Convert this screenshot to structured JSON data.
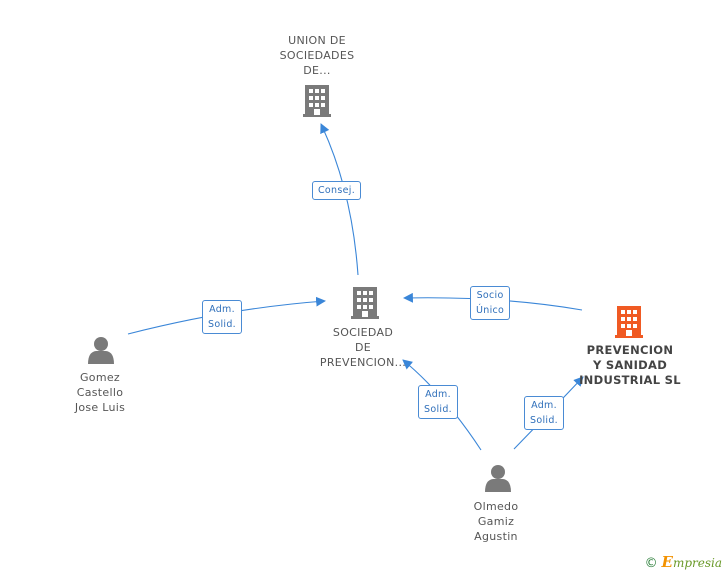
{
  "colors": {
    "edge": "#3a86d8",
    "company_icon": "#7a7a7a",
    "main_company_icon": "#f05a23",
    "person_icon": "#7a7a7a",
    "label_border": "#4a8bd4",
    "label_text": "#2f6fba"
  },
  "nodes": {
    "union": {
      "lines": [
        "UNION DE",
        "SOCIEDADES",
        "DE..."
      ],
      "icon": "building-icon"
    },
    "sociedad": {
      "lines": [
        "SOCIEDAD",
        "DE",
        "PREVENCION..."
      ],
      "icon": "building-icon"
    },
    "prevencion": {
      "lines": [
        "PREVENCION",
        "Y SANIDAD",
        "INDUSTRIAL SL"
      ],
      "icon": "building-icon"
    },
    "gomez": {
      "lines": [
        "Gomez",
        "Castello",
        "Jose Luis"
      ],
      "icon": "person-icon"
    },
    "olmedo": {
      "lines": [
        "Olmedo",
        "Gamiz",
        "Agustin"
      ],
      "icon": "person-icon"
    }
  },
  "edges": {
    "consej": {
      "lines": [
        "Consej."
      ]
    },
    "socio": {
      "lines": [
        "Socio",
        "Único"
      ]
    },
    "adm_gomez": {
      "lines": [
        "Adm.",
        "Solid."
      ]
    },
    "adm_olmedo_sociedad": {
      "lines": [
        "Adm.",
        "Solid."
      ]
    },
    "adm_olmedo_prevencion": {
      "lines": [
        "Adm.",
        "Solid."
      ]
    }
  },
  "footer": {
    "copyright": "©",
    "brand_first": "E",
    "brand_rest": "mpresia"
  }
}
